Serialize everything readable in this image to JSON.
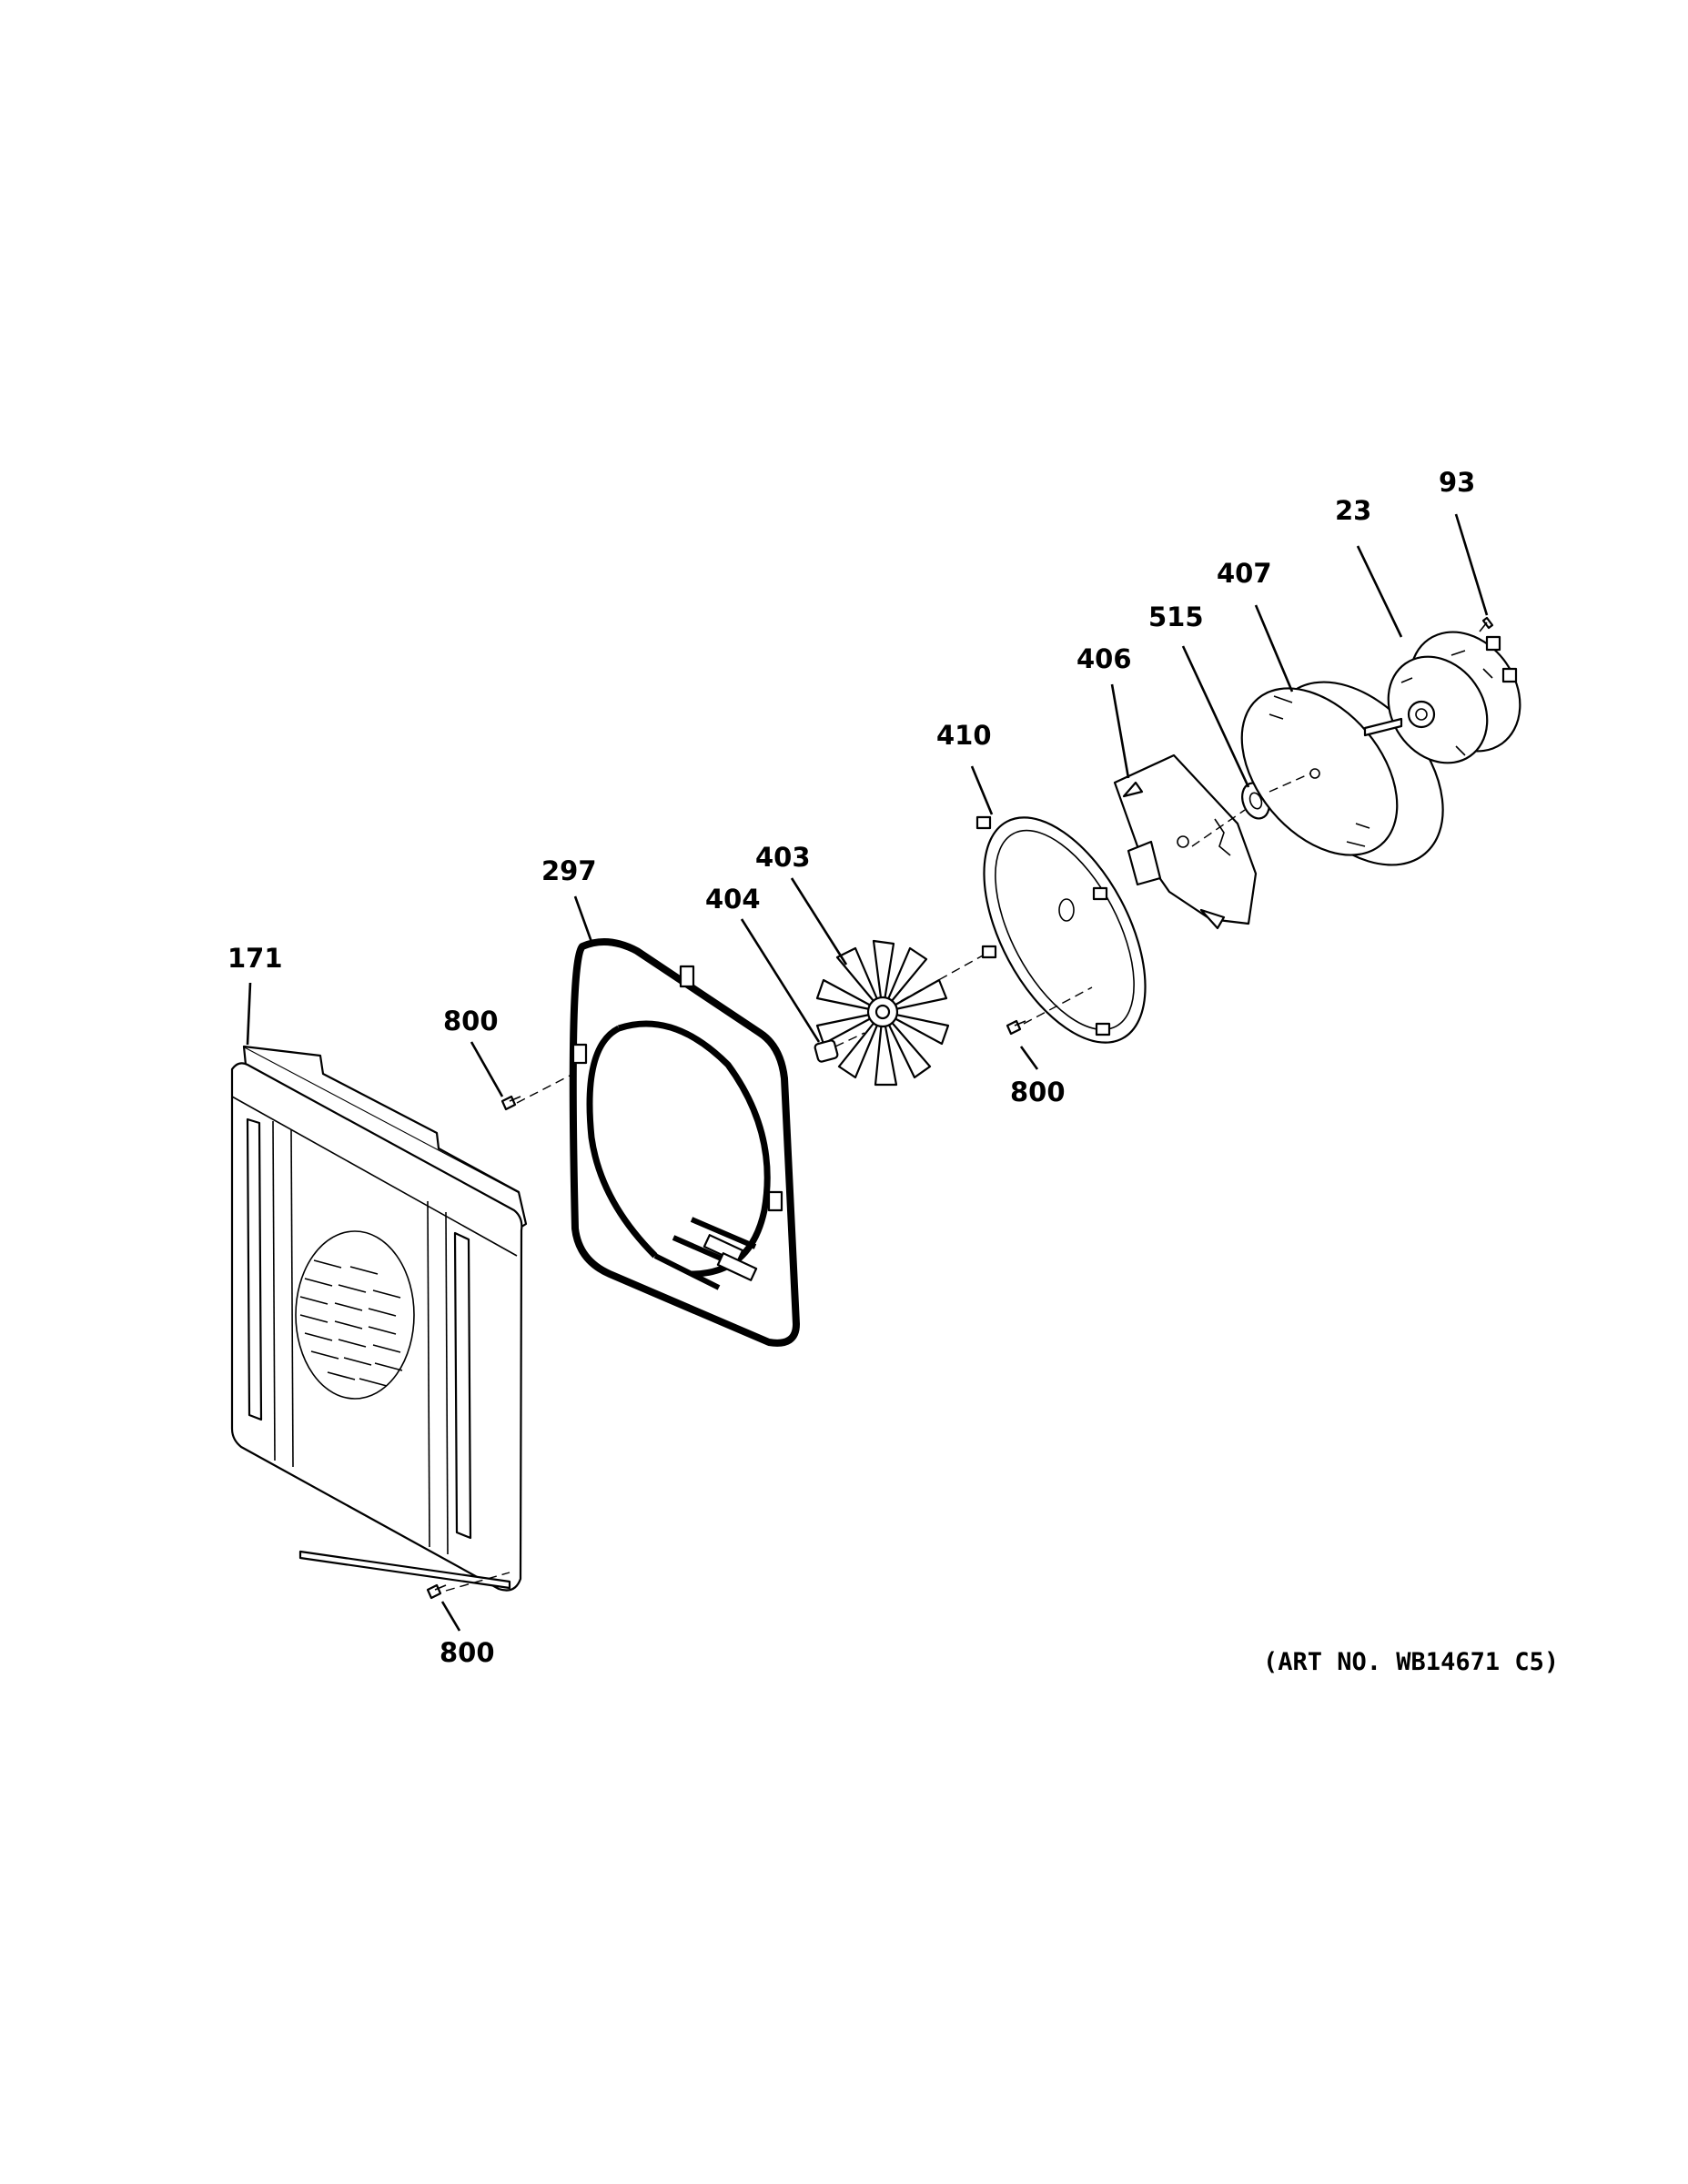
{
  "callouts": {
    "c93": "93",
    "c23": "23",
    "c407": "407",
    "c515": "515",
    "c406": "406",
    "c410": "410",
    "c403": "403",
    "c297": "297",
    "c404": "404",
    "c171": "171",
    "c800_a": "800",
    "c800_b": "800",
    "c800_c": "800"
  },
  "art_number": "(ART NO. WB14671 C5)"
}
